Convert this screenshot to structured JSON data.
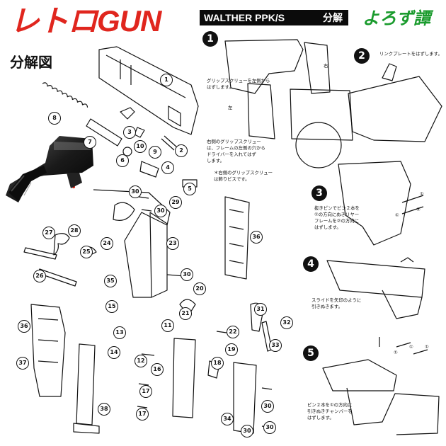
{
  "header": {
    "logo_text": "レトロGUN",
    "subtitle": "分解図",
    "model_label": "WALTHER PPK/S",
    "section_label": "分解",
    "brand_text": "よろず譚"
  },
  "colors": {
    "logo": "#e0261e",
    "brand": "#1a9b2d",
    "ink": "#111111",
    "bar": "#0b0b0b"
  },
  "parts": [
    "1",
    "2",
    "3",
    "4",
    "5",
    "6",
    "7",
    "8",
    "9",
    "10",
    "11",
    "12",
    "13",
    "14",
    "15",
    "16",
    "17",
    "17",
    "18",
    "19",
    "20",
    "21",
    "22",
    "23",
    "24",
    "25",
    "26",
    "27",
    "28",
    "29",
    "30",
    "30",
    "30",
    "30",
    "30",
    "30",
    "31",
    "32",
    "33",
    "34",
    "35",
    "36",
    "36",
    "37",
    "38"
  ],
  "steps": [
    {
      "number": "1",
      "notes": [
        "グリップスクリューを左側から\nはずします。",
        "左",
        "右",
        "右側のグリップスクリュー\nは、フレームの左側の穴から\nドライバーを入れてはず\nします。",
        "＊右側のグリップスクリュー\nは飾りビスです。"
      ]
    },
    {
      "number": "2",
      "notes": [
        "リンクプレートをはずします。"
      ]
    },
    {
      "number": "3",
      "notes": [
        "抜きピンでピン２本を\n①の方向にぬきリヤー\nフレームを②の方向に\nはずします。",
        "②",
        "①",
        "①"
      ]
    },
    {
      "number": "4",
      "notes": [
        "スライドを矢印のように\n引きぬきます。"
      ]
    },
    {
      "number": "5",
      "notes": [
        "ピン２本を①の方向に\n引きぬきチャンバーを\nはずします。",
        "①",
        "①",
        "①"
      ]
    }
  ]
}
